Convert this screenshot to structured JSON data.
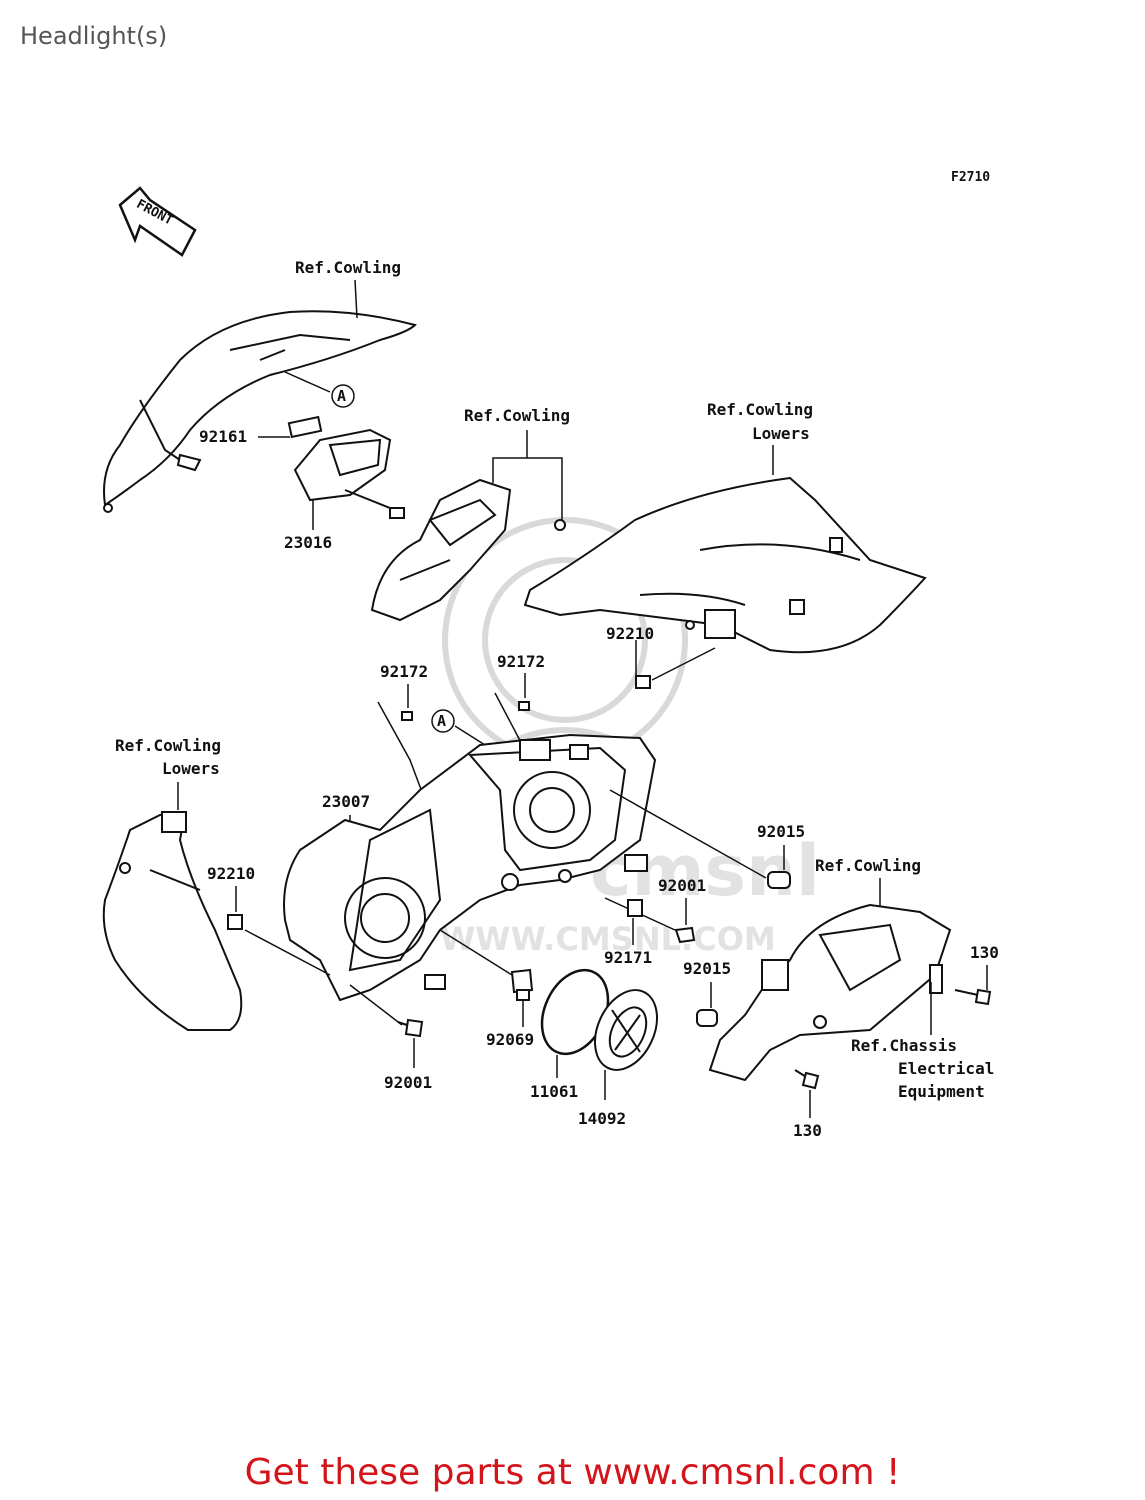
{
  "page": {
    "title": "Headlight(s)"
  },
  "diagram": {
    "figure_code": "F2710",
    "front_arrow_label": "FRONT",
    "callout_a": "A",
    "watermark": "WWW.CMSNL.COM",
    "labels": {
      "ref_cowling_top": "Ref.Cowling",
      "part_92161": "92161",
      "part_23016": "23016",
      "ref_cowling_mid": "Ref.Cowling",
      "ref_cowling_lowers_right_1": "Ref.Cowling",
      "ref_cowling_lowers_right_2": "Lowers",
      "part_92210_right": "92210",
      "part_92172_left": "92172",
      "part_92172_right": "92172",
      "ref_cowling_lowers_left_1": "Ref.Cowling",
      "ref_cowling_lowers_left_2": "Lowers",
      "part_23007": "23007",
      "part_92015_top": "92015",
      "ref_cowling_right": "Ref.Cowling",
      "part_92210_left": "92210",
      "part_92001_right": "92001",
      "part_92171": "92171",
      "part_92015_bottom": "92015",
      "part_130_right": "130",
      "ref_chassis_1": "Ref.Chassis",
      "ref_chassis_2": "Electrical",
      "ref_chassis_3": "Equipment",
      "part_92069": "92069",
      "part_11061": "11061",
      "part_14092": "14092",
      "part_92001_bottom": "92001",
      "part_130_bottom": "130"
    }
  },
  "footer": {
    "promo_text": "Get these parts at www.cmsnl.com !",
    "promo_color": "#d4141b"
  }
}
